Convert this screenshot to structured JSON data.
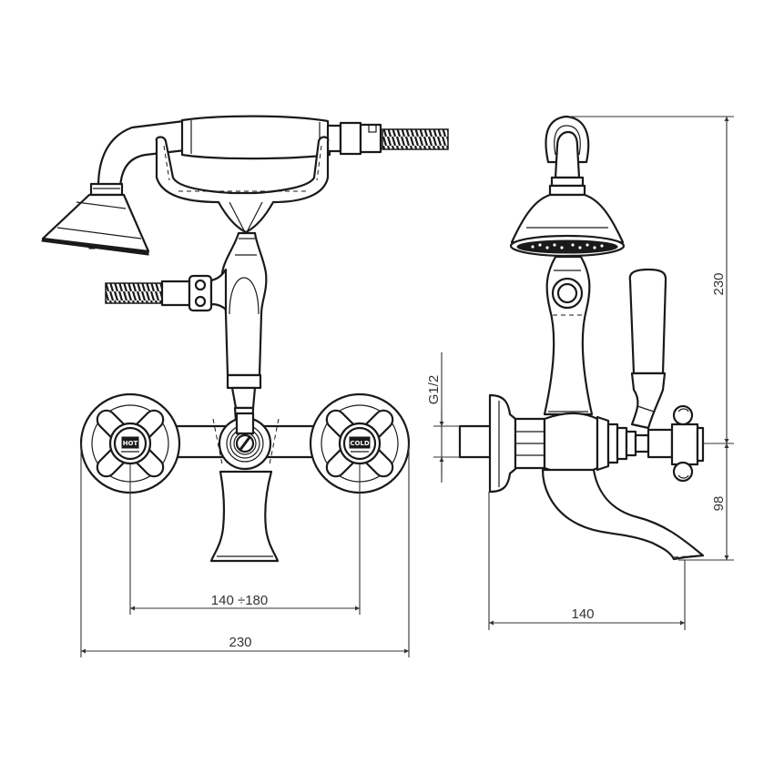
{
  "drawing": {
    "title": "Bath mixer with hand shower - dimension drawing",
    "views": [
      "front-view",
      "side-view"
    ],
    "line_color": "#1a1a1a",
    "background": "#ffffff"
  },
  "front_view": {
    "handle_labels": {
      "left": "HOT",
      "right": "COLD"
    },
    "dimensions": {
      "inlet_spacing": "140 ÷180",
      "overall_width": "230"
    }
  },
  "side_view": {
    "dimensions": {
      "thread_size": "G1/2",
      "overall_height": "230",
      "spout_height": "98",
      "spout_projection": "140"
    }
  }
}
